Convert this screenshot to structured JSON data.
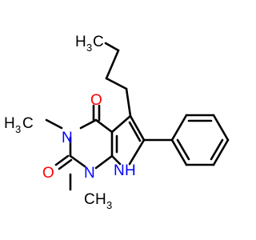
{
  "colors": {
    "bond": "#000000",
    "carbon_label": "#000000",
    "oxygen": "#ff0000",
    "nitrogen": "#0000ff",
    "background": "#ffffff"
  },
  "labels": {
    "butyl_h": "H",
    "butyl_c": "C",
    "butyl_3": "3",
    "carbonyl_o_top": "O",
    "carbonyl_o_bottom": "O",
    "n3_methyl_h": "H",
    "n3_methyl_3": "3",
    "n3_methyl_c": "C",
    "n3_n": "N",
    "n1_n": "N",
    "n1_methyl_c": "C",
    "n1_methyl_h": "H",
    "n1_methyl_3": "3",
    "n7_n": "N",
    "n7_h": "H"
  }
}
